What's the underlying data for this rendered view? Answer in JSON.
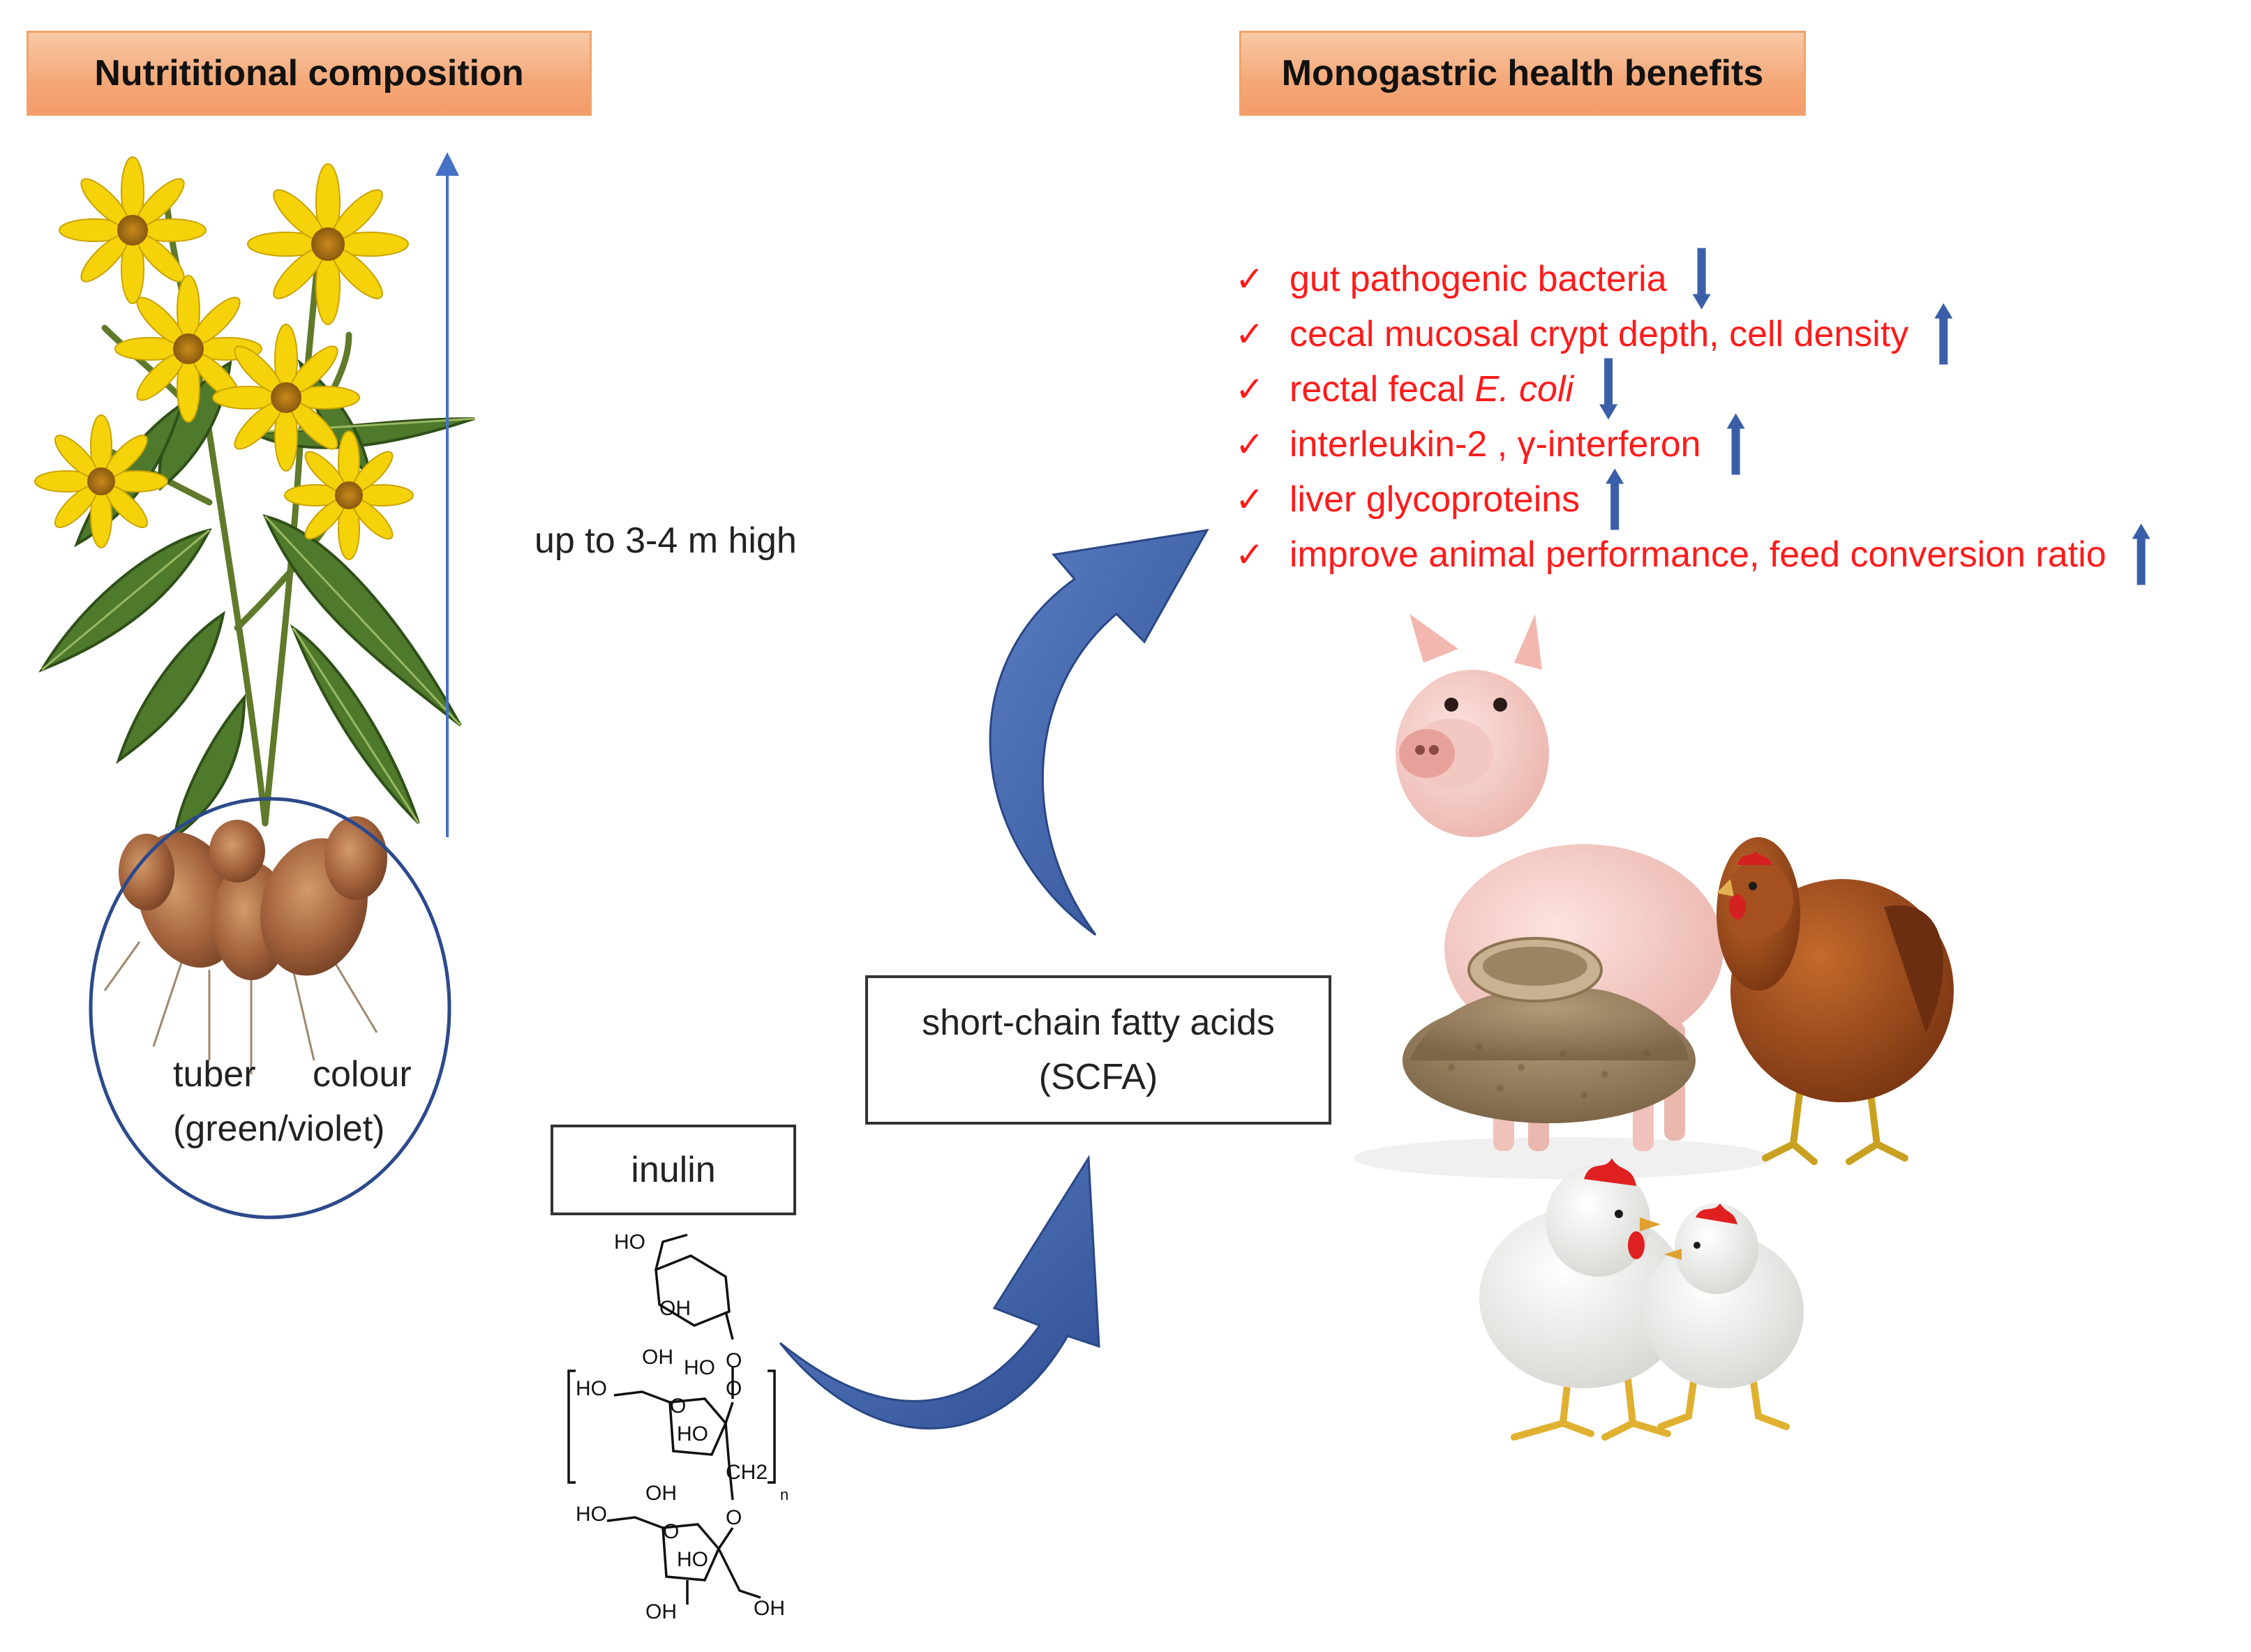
{
  "headers": {
    "left": "Nutrititional  composition",
    "right": "Monogastric health benefits"
  },
  "height_label": "up to 3-4 m high",
  "tuber": {
    "line1_a": "tuber",
    "line1_b": "colour",
    "line2": "(green/violet)"
  },
  "scfa": {
    "line1": "short-chain fatty acids",
    "line2": "(SCFA)"
  },
  "inulin": {
    "label": "inulin",
    "structure_labels": [
      "HO",
      "OH",
      "OH",
      "HO",
      "O",
      "O",
      "HO",
      "O",
      "HO",
      "OH",
      "CH2",
      "O",
      "HO",
      "O",
      "HO",
      "OH",
      "OH",
      "n"
    ]
  },
  "benefits": [
    {
      "text": "gut pathogenic bacteria",
      "italic": "",
      "trend": "down"
    },
    {
      "text": "cecal mucosal crypt depth, cell density",
      "italic": "",
      "trend": "up"
    },
    {
      "text": "rectal fecal",
      "italic": "E. coli",
      "trend": "down"
    },
    {
      "text": "interleukin-2 , γ-interferon",
      "italic": "",
      "trend": "up"
    },
    {
      "text": "liver glycoproteins",
      "italic": "",
      "trend": "up"
    },
    {
      "text": "improve animal performance, feed conversion ratio",
      "italic": "",
      "trend": "up"
    }
  ],
  "check_glyph": "✓",
  "colors": {
    "header_fill": "#f4a878",
    "benefit_text": "#ff1a1a",
    "arrow_blue": "#3a5fa8",
    "thin_arrow": "#4472c4",
    "ellipse": "#2b4a8b"
  },
  "illustrations": [
    "sunflower-plant",
    "tuber-roots",
    "pig",
    "hen",
    "feed-grain-pile",
    "broiler-chickens"
  ]
}
